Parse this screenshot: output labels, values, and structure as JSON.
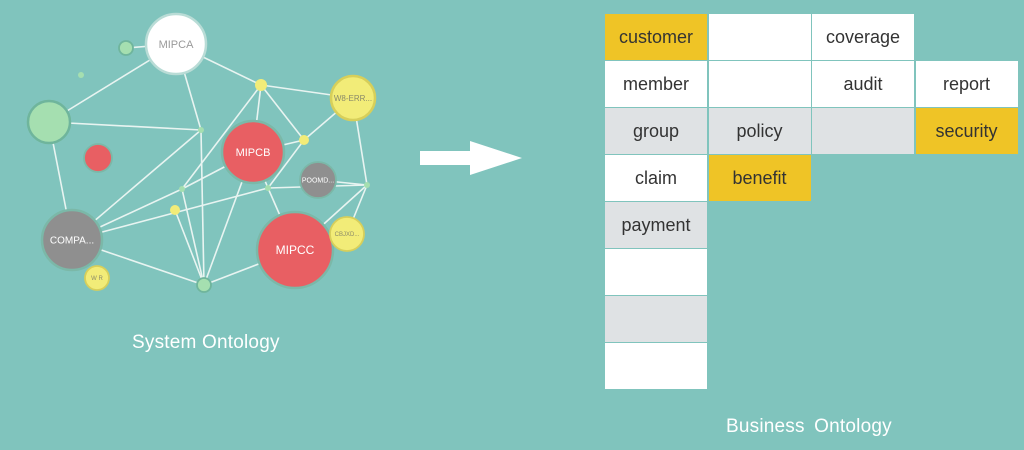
{
  "captions": {
    "system": "System Ontology",
    "business": "Business Ontology"
  },
  "colors": {
    "background": "#80c4bd",
    "white_cell": "#ffffff",
    "gray_cell": "#dfe2e4",
    "yellow_cell": "#efc426",
    "node_white": "#ffffff",
    "node_green": "#a5dfb0",
    "node_red": "#e85f63",
    "node_gray": "#8f8f8f",
    "node_yellow": "#f2ec78",
    "edge": "#e8f4f1"
  },
  "graph": {
    "nodes": [
      {
        "id": "mipca",
        "label": "MIPCA",
        "color": "white"
      },
      {
        "id": "w8err",
        "label": "W8-ERR...",
        "color": "yellow"
      },
      {
        "id": "green-large",
        "label": "",
        "color": "green"
      },
      {
        "id": "green-small",
        "label": "",
        "color": "green"
      },
      {
        "id": "mipcb",
        "label": "MIPCB",
        "color": "red"
      },
      {
        "id": "red-small",
        "label": "",
        "color": "red"
      },
      {
        "id": "poomd",
        "label": "POOMD...",
        "color": "gray"
      },
      {
        "id": "compa",
        "label": "COMPA...",
        "color": "gray"
      },
      {
        "id": "mipcc",
        "label": "MIPCC",
        "color": "red"
      },
      {
        "id": "cbjxd",
        "label": "CBJXD...",
        "color": "yellow"
      },
      {
        "id": "wr",
        "label": "W R",
        "color": "yellow"
      },
      {
        "id": "green-bottom",
        "label": "",
        "color": "green"
      },
      {
        "id": "yellow-hub",
        "label": "",
        "color": "yellow"
      },
      {
        "id": "yellow-mid",
        "label": "",
        "color": "yellow"
      },
      {
        "id": "yellow-left",
        "label": "",
        "color": "yellow"
      },
      {
        "id": "junction-1",
        "label": "",
        "color": "green"
      },
      {
        "id": "junction-2",
        "label": "",
        "color": "green"
      },
      {
        "id": "junction-3",
        "label": "",
        "color": "green"
      },
      {
        "id": "junction-4",
        "label": "",
        "color": "green"
      },
      {
        "id": "dot",
        "label": "",
        "color": "green"
      }
    ]
  },
  "business": {
    "cells": [
      {
        "col": 0,
        "row": 0,
        "text": "customer",
        "style": "yellow"
      },
      {
        "col": 1,
        "row": 0,
        "text": "",
        "style": "white"
      },
      {
        "col": 2,
        "row": 0,
        "text": "coverage",
        "style": "white"
      },
      {
        "col": 0,
        "row": 1,
        "text": "member",
        "style": "white"
      },
      {
        "col": 1,
        "row": 1,
        "text": "",
        "style": "white"
      },
      {
        "col": 2,
        "row": 1,
        "text": "audit",
        "style": "white"
      },
      {
        "col": 3,
        "row": 1,
        "text": "report",
        "style": "white"
      },
      {
        "col": 0,
        "row": 2,
        "text": "group",
        "style": "gray"
      },
      {
        "col": 1,
        "row": 2,
        "text": "policy",
        "style": "gray"
      },
      {
        "col": 2,
        "row": 2,
        "text": "",
        "style": "gray"
      },
      {
        "col": 3,
        "row": 2,
        "text": "security",
        "style": "yellow"
      },
      {
        "col": 0,
        "row": 3,
        "text": "claim",
        "style": "white"
      },
      {
        "col": 1,
        "row": 3,
        "text": "benefit",
        "style": "yellow"
      },
      {
        "col": 0,
        "row": 4,
        "text": "payment",
        "style": "gray"
      },
      {
        "col": 0,
        "row": 5,
        "text": "",
        "style": "white"
      },
      {
        "col": 0,
        "row": 6,
        "text": "",
        "style": "gray"
      },
      {
        "col": 0,
        "row": 7,
        "text": "",
        "style": "white"
      }
    ]
  }
}
